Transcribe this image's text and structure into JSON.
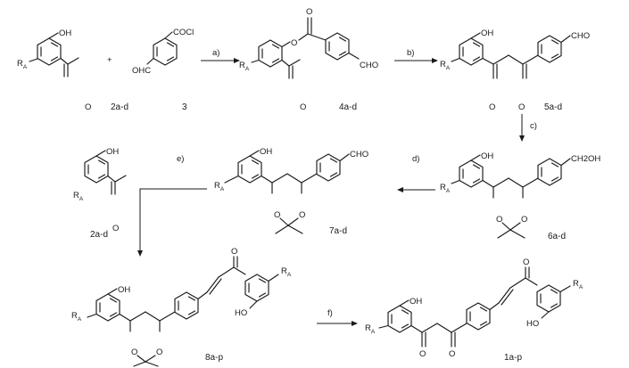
{
  "atoms": {
    "oh": "OH",
    "cocl": "COCl",
    "cho": "CHO",
    "ohc": "OHC",
    "ch2oh": "CH2OH",
    "hoh": "HO",
    "o": "O",
    "plus": "+",
    "ra_main": "R",
    "ra_sub": "A"
  },
  "compounds": {
    "c2": "2a-d",
    "c3": "3",
    "c4": "4a-d",
    "c5": "5a-d",
    "c6": "6a-d",
    "c7": "7a-d",
    "c8": "8a-p",
    "c1": "1a-p"
  },
  "steps": {
    "a": "a)",
    "b": "b)",
    "c": "c)",
    "d": "d)",
    "e": "e)",
    "f": "f)"
  }
}
